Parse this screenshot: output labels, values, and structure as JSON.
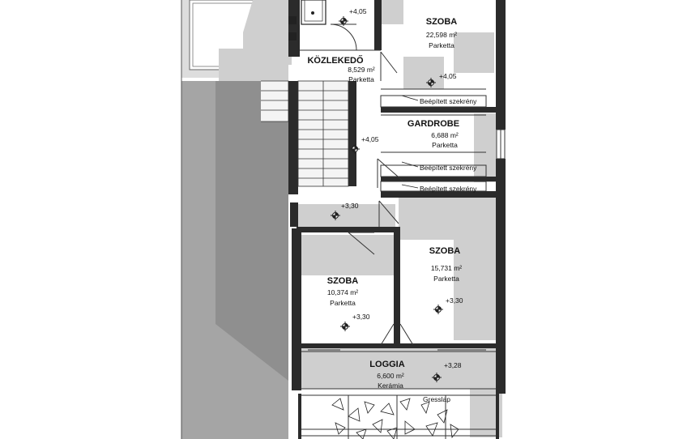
{
  "rooms": {
    "szoba_top": {
      "name": "SZOBA",
      "area": "22,598 m²",
      "floor": "Parketta",
      "level": "+4,05"
    },
    "kozlekedo": {
      "name": "KÖZLEKEDŐ",
      "area": "8,529 m²",
      "floor": "Parketta"
    },
    "gardrobe": {
      "name": "GARDROBE",
      "area": "6,688 m²",
      "floor": "Parketta"
    },
    "szoba_left": {
      "name": "SZOBA",
      "area": "10,374 m²",
      "floor": "Parketta",
      "level": "+3,30"
    },
    "szoba_right": {
      "name": "SZOBA",
      "area": "15,731 m²",
      "floor": "Parketta",
      "level": "+3,30"
    },
    "loggia": {
      "name": "LOGGIA",
      "area": "6,600 m²",
      "floor": "Kerámia",
      "level": "+3,28"
    }
  },
  "levels": {
    "bath": "+4,05",
    "stair": "+4,05",
    "landing": "+3,30"
  },
  "notes": {
    "wardrobe_1": "Beépített szekrény",
    "wardrobe_2": "Beépített szekrény",
    "wardrobe_3": "Beépített szekrény",
    "terrace": "Gresslap"
  },
  "colors": {
    "wall": "#2b2b2b",
    "shadow_dark": "#9b9b9b",
    "shadow_light": "#c9c9c9",
    "background": "#ffffff"
  }
}
